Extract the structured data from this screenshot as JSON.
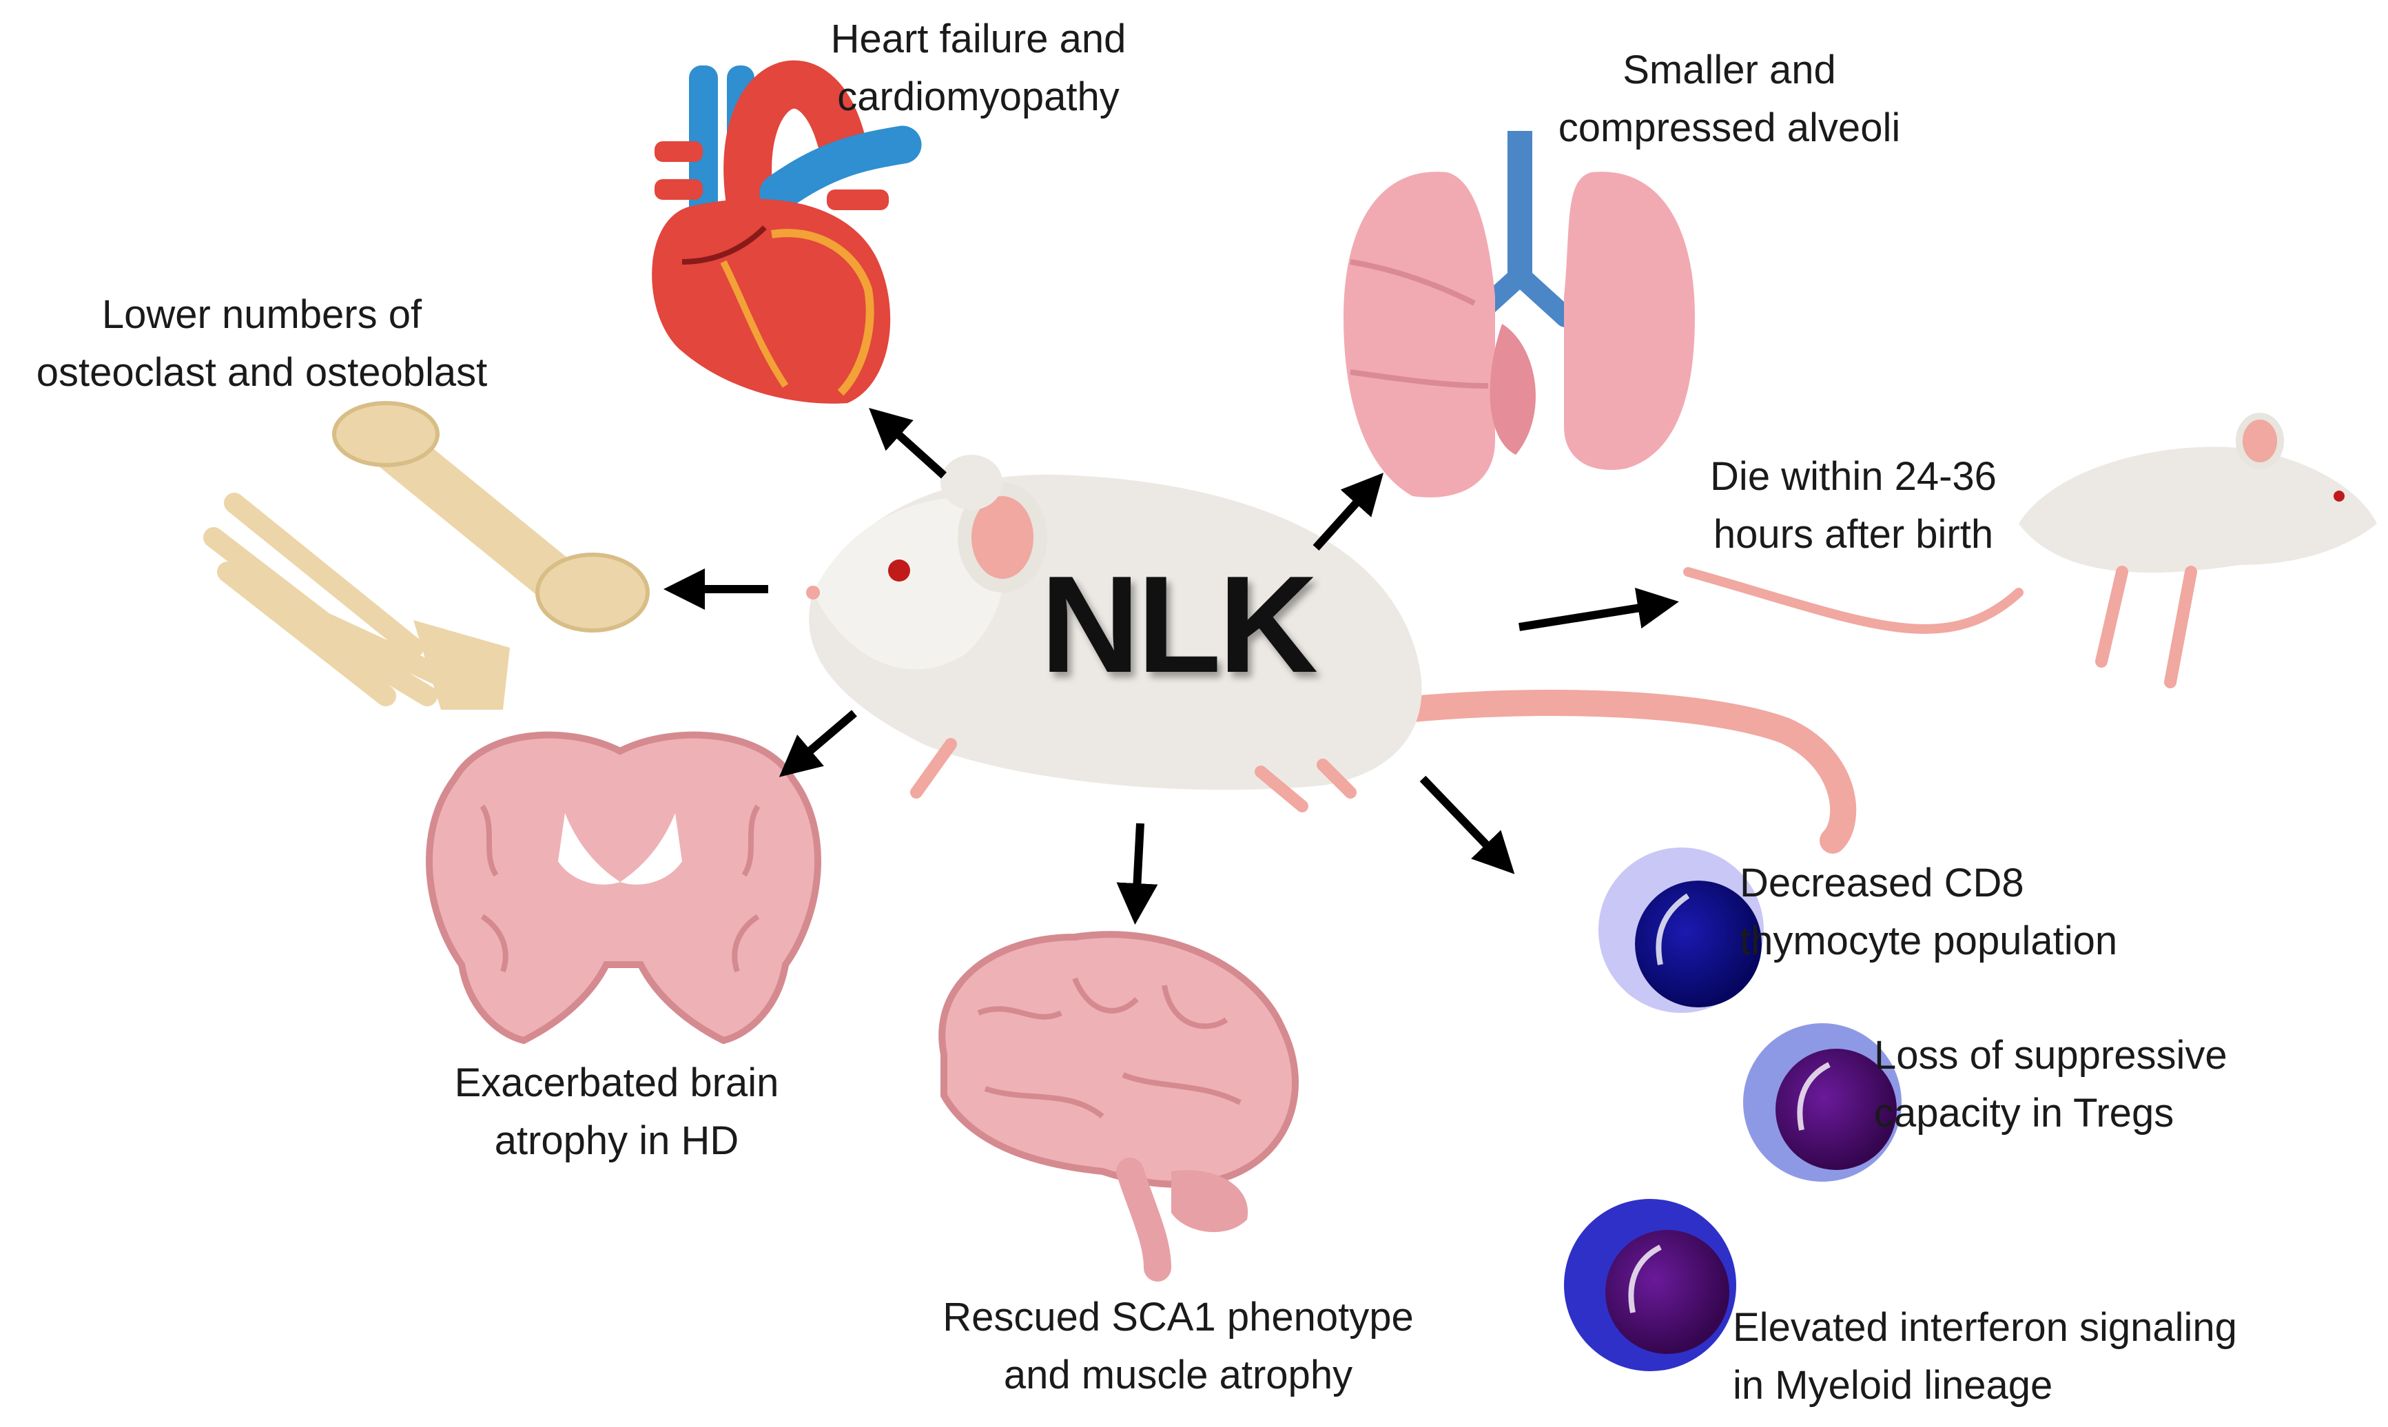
{
  "center": {
    "label": "NLK"
  },
  "effects": {
    "heart": {
      "line1": "Heart failure and",
      "line2": "cardiomyopathy"
    },
    "lung": {
      "line1": "Smaller and",
      "line2": "compressed alveoli"
    },
    "bone": {
      "line1": "Lower numbers of",
      "line2": "osteoclast and osteoblast"
    },
    "survival": {
      "line1": "Die within 24-36",
      "line2": "hours after birth"
    },
    "brain_hd": {
      "line1": "Exacerbated brain",
      "line2": "atrophy in HD"
    },
    "brain_sca1": {
      "line1": "Rescued SCA1 phenotype",
      "line2": "and muscle atrophy"
    },
    "cd8": {
      "line1": "Decreased CD8",
      "line2": "thymocyte population"
    },
    "tregs": {
      "line1": "Loss of suppressive",
      "line2": "capacity in Tregs"
    },
    "myeloid": {
      "line1": "Elevated interferon signaling",
      "line2": "in Myeloid lineage"
    }
  },
  "colors": {
    "mouse_body": "#ece9e4",
    "mouse_pink": "#f0a8a0",
    "heart_red": "#e2463c",
    "vessel_blue": "#2f8fd0",
    "lung_pink": "#f2aab2",
    "bone": "#ecd5a8",
    "brain_pink": "#eeb2b6",
    "cell_cd8": "#0a0a7a",
    "cell_treg": "#4a0a6e",
    "cell_myeloid": "#3d0a62"
  },
  "icons": [
    "mouse-icon",
    "heart-icon",
    "lungs-icon",
    "bone-icon",
    "rat-icon",
    "brain-section-icon",
    "brain-icon",
    "cd8-cell-icon",
    "treg-cell-icon",
    "myeloid-cell-icon"
  ]
}
